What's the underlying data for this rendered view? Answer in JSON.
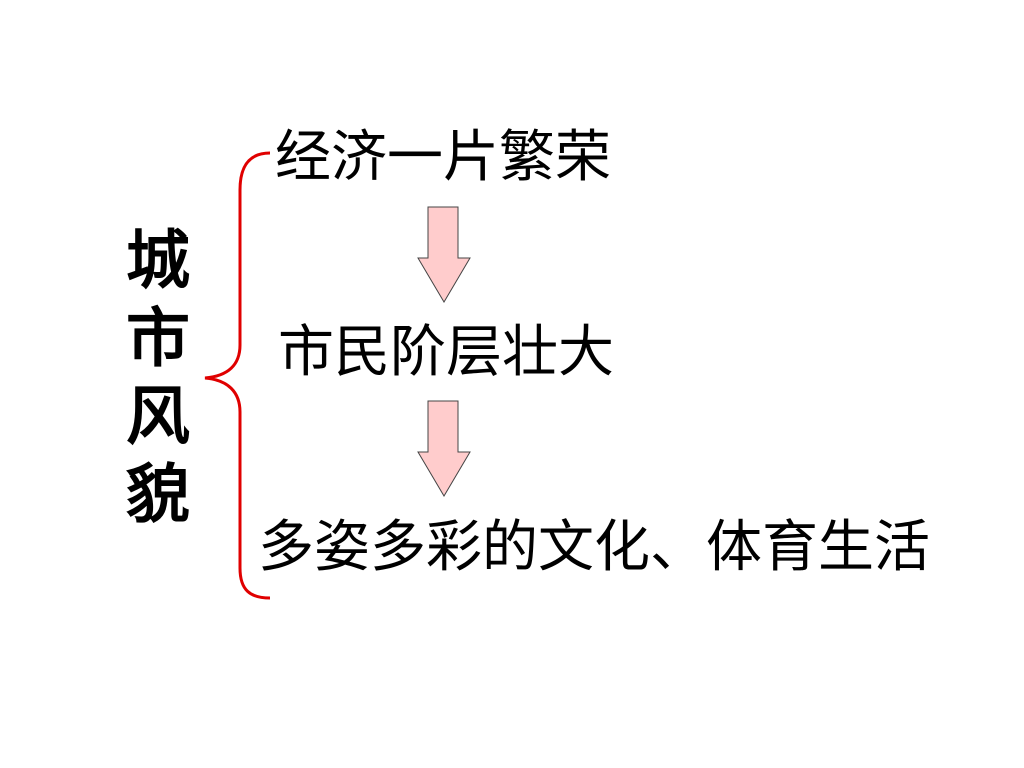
{
  "title": "城市风貌",
  "items": [
    {
      "text": "经济一片繁荣"
    },
    {
      "text": "市民阶层壮大"
    },
    {
      "text": "多姿多彩的文化、体育生活"
    }
  ],
  "colors": {
    "brace": "#e00000",
    "arrow_fill": "#ffcccc",
    "arrow_stroke": "#444444",
    "text": "#000000",
    "background": "#ffffff"
  },
  "icons": {
    "brace": "curly-brace",
    "arrow": "down-arrow"
  }
}
